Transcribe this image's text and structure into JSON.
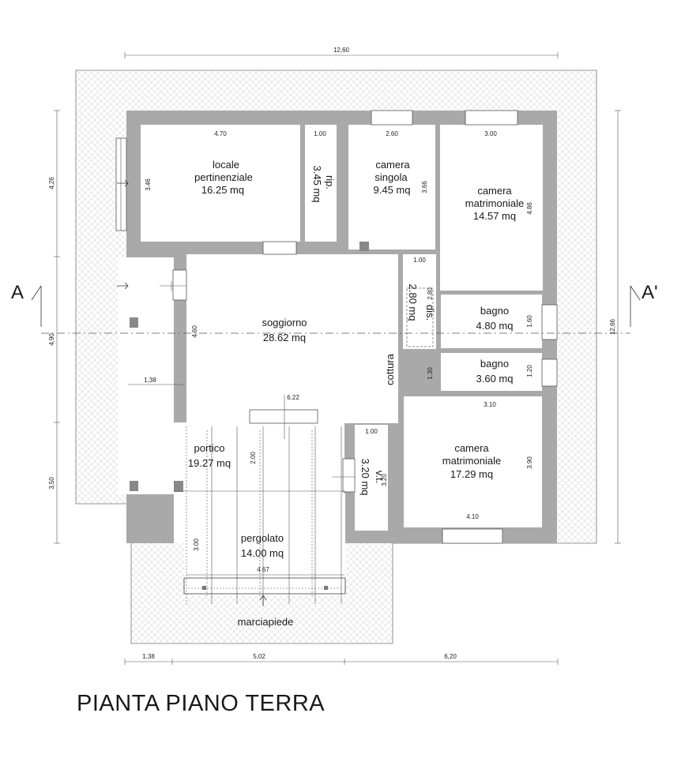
{
  "title": "PIANTA PIANO TERRA",
  "section_marks": {
    "left": "A",
    "right": "A'"
  },
  "rooms": {
    "locale": {
      "name1": "locale",
      "name2": "pertinenziale",
      "area": "16.25 mq"
    },
    "rip": {
      "name": "rip.",
      "area": "3.45 mq"
    },
    "singola": {
      "name1": "camera",
      "name2": "singola",
      "area": "9.45 mq"
    },
    "matrimoniale1": {
      "name1": "camera",
      "name2": "matrimoniale",
      "area": "14.57 mq"
    },
    "dis": {
      "name": "dis.",
      "area": "2.80 mq"
    },
    "bagno1": {
      "name": "bagno",
      "area": "4.80 mq"
    },
    "bagno2": {
      "name": "bagno",
      "area": "3.60 mq"
    },
    "soggiorno": {
      "name": "soggiorno",
      "area": "28.62 mq"
    },
    "cottura": {
      "name": "cottura"
    },
    "portico": {
      "name": "portico",
      "area": "19.27 mq"
    },
    "vt": {
      "name": "v.t.",
      "area": "3.20 mq"
    },
    "matrimoniale2": {
      "name1": "camera",
      "name2": "matrimoniale",
      "area": "17.29 mq"
    },
    "pergolato": {
      "name": "pergolato",
      "area": "14.00 mq"
    },
    "marciapiede": {
      "name": "marciapiede"
    }
  },
  "dimensions": {
    "overall_top": "12,60",
    "bottom": [
      "1,38",
      "5,02",
      "6,20"
    ],
    "left": [
      "4,26",
      "4,90",
      "3,50"
    ],
    "right": "12,66",
    "interior": {
      "d_470": "4.70",
      "d_100a": "1.00",
      "d_260": "2.60",
      "d_300": "3.00",
      "d_346": "3.46",
      "d_366": "3.66",
      "d_486": "4.86",
      "d_100b": "1.00",
      "d_280": "2.80",
      "d_160": "1.60",
      "d_130": "1.30",
      "d_120": "1.20",
      "d_310": "3.10",
      "d_460": "4.60",
      "d_138": "1,38",
      "d_622": "6.22",
      "d_200": "2.00",
      "d_100c": "1.00",
      "d_320": "3.20",
      "d_390": "3.90",
      "d_410": "4.10",
      "d_467": "4.67",
      "d_300b": "3.00"
    }
  }
}
